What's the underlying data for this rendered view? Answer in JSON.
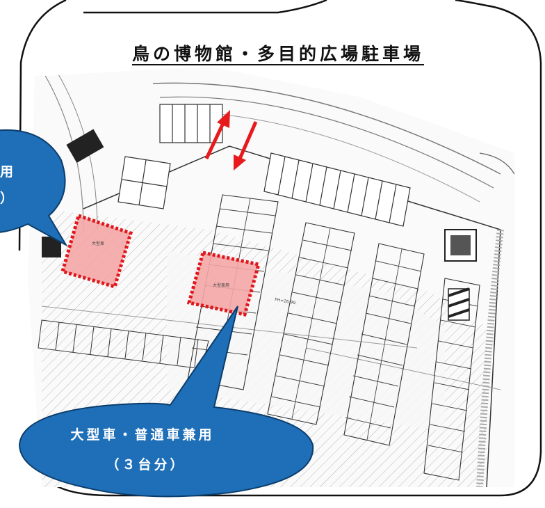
{
  "title": "鳥の博物館・多目的広場駐車場",
  "bubble_bottom": {
    "line1": "大型車・普通車兼用",
    "line2": "（３台分）"
  },
  "bubble_left": {
    "line1": "用",
    "line2": "）"
  },
  "map_labels": {
    "zone_a": "大型車",
    "zone_b": "大型車用",
    "elevation": "FH=26.99"
  },
  "colors": {
    "bubble_fill": "#1f6fb8",
    "bubble_border": "#0b3d6b",
    "highlight_fill": "#f4a6a6",
    "highlight_border": "#e0161b",
    "arrow": "#e8191d",
    "frame": "#111111"
  }
}
